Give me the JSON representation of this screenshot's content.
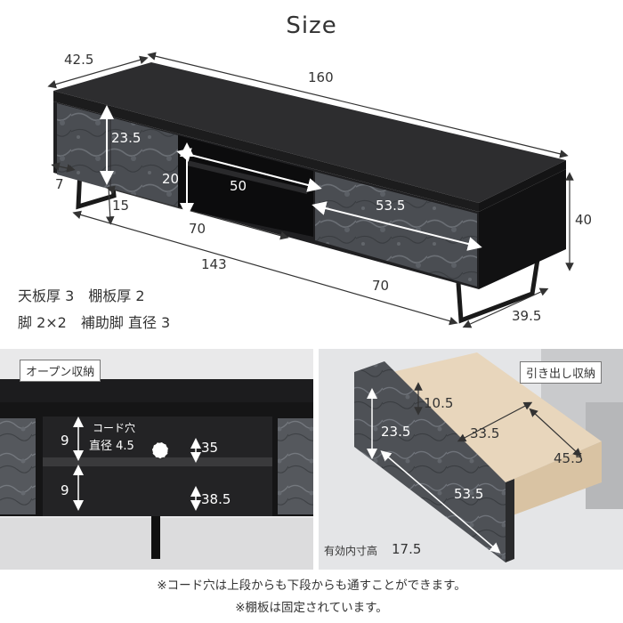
{
  "title": "Size",
  "overview": {
    "depth_top": "42.5",
    "width_top": "160",
    "height_right": "40",
    "leg_inset": "7",
    "drawer_height": "23.5",
    "shelf_height": "20",
    "shelf_width": "50",
    "drawer_width": "53.5",
    "leg_bottom": "15",
    "front_70_left": "70",
    "bottom_143": "143",
    "front_70_right": "70",
    "depth_bottom": "39.5"
  },
  "specs": {
    "line1": "天板厚 3　棚板厚 2",
    "line2": "脚 2×2　補助脚 直径 3"
  },
  "open_storage": {
    "label": "オープン収納",
    "upper_height": "9",
    "lower_height": "9",
    "cord_hole_line1": "コード穴",
    "cord_hole_line2": "直径 4.5",
    "upper_depth": "35",
    "lower_depth": "38.5"
  },
  "drawer": {
    "label": "引き出し収納",
    "inner_height": "10.5",
    "outer_height": "23.5",
    "inner_depth": "33.5",
    "inner_width": "45.5",
    "front_width": "53.5",
    "effective_label": "有効内寸高",
    "effective_value": "17.5"
  },
  "notes": {
    "line1": "※コード穴は上段からも下段からも通すことができます。",
    "line2": "※棚板は固定されています。"
  }
}
